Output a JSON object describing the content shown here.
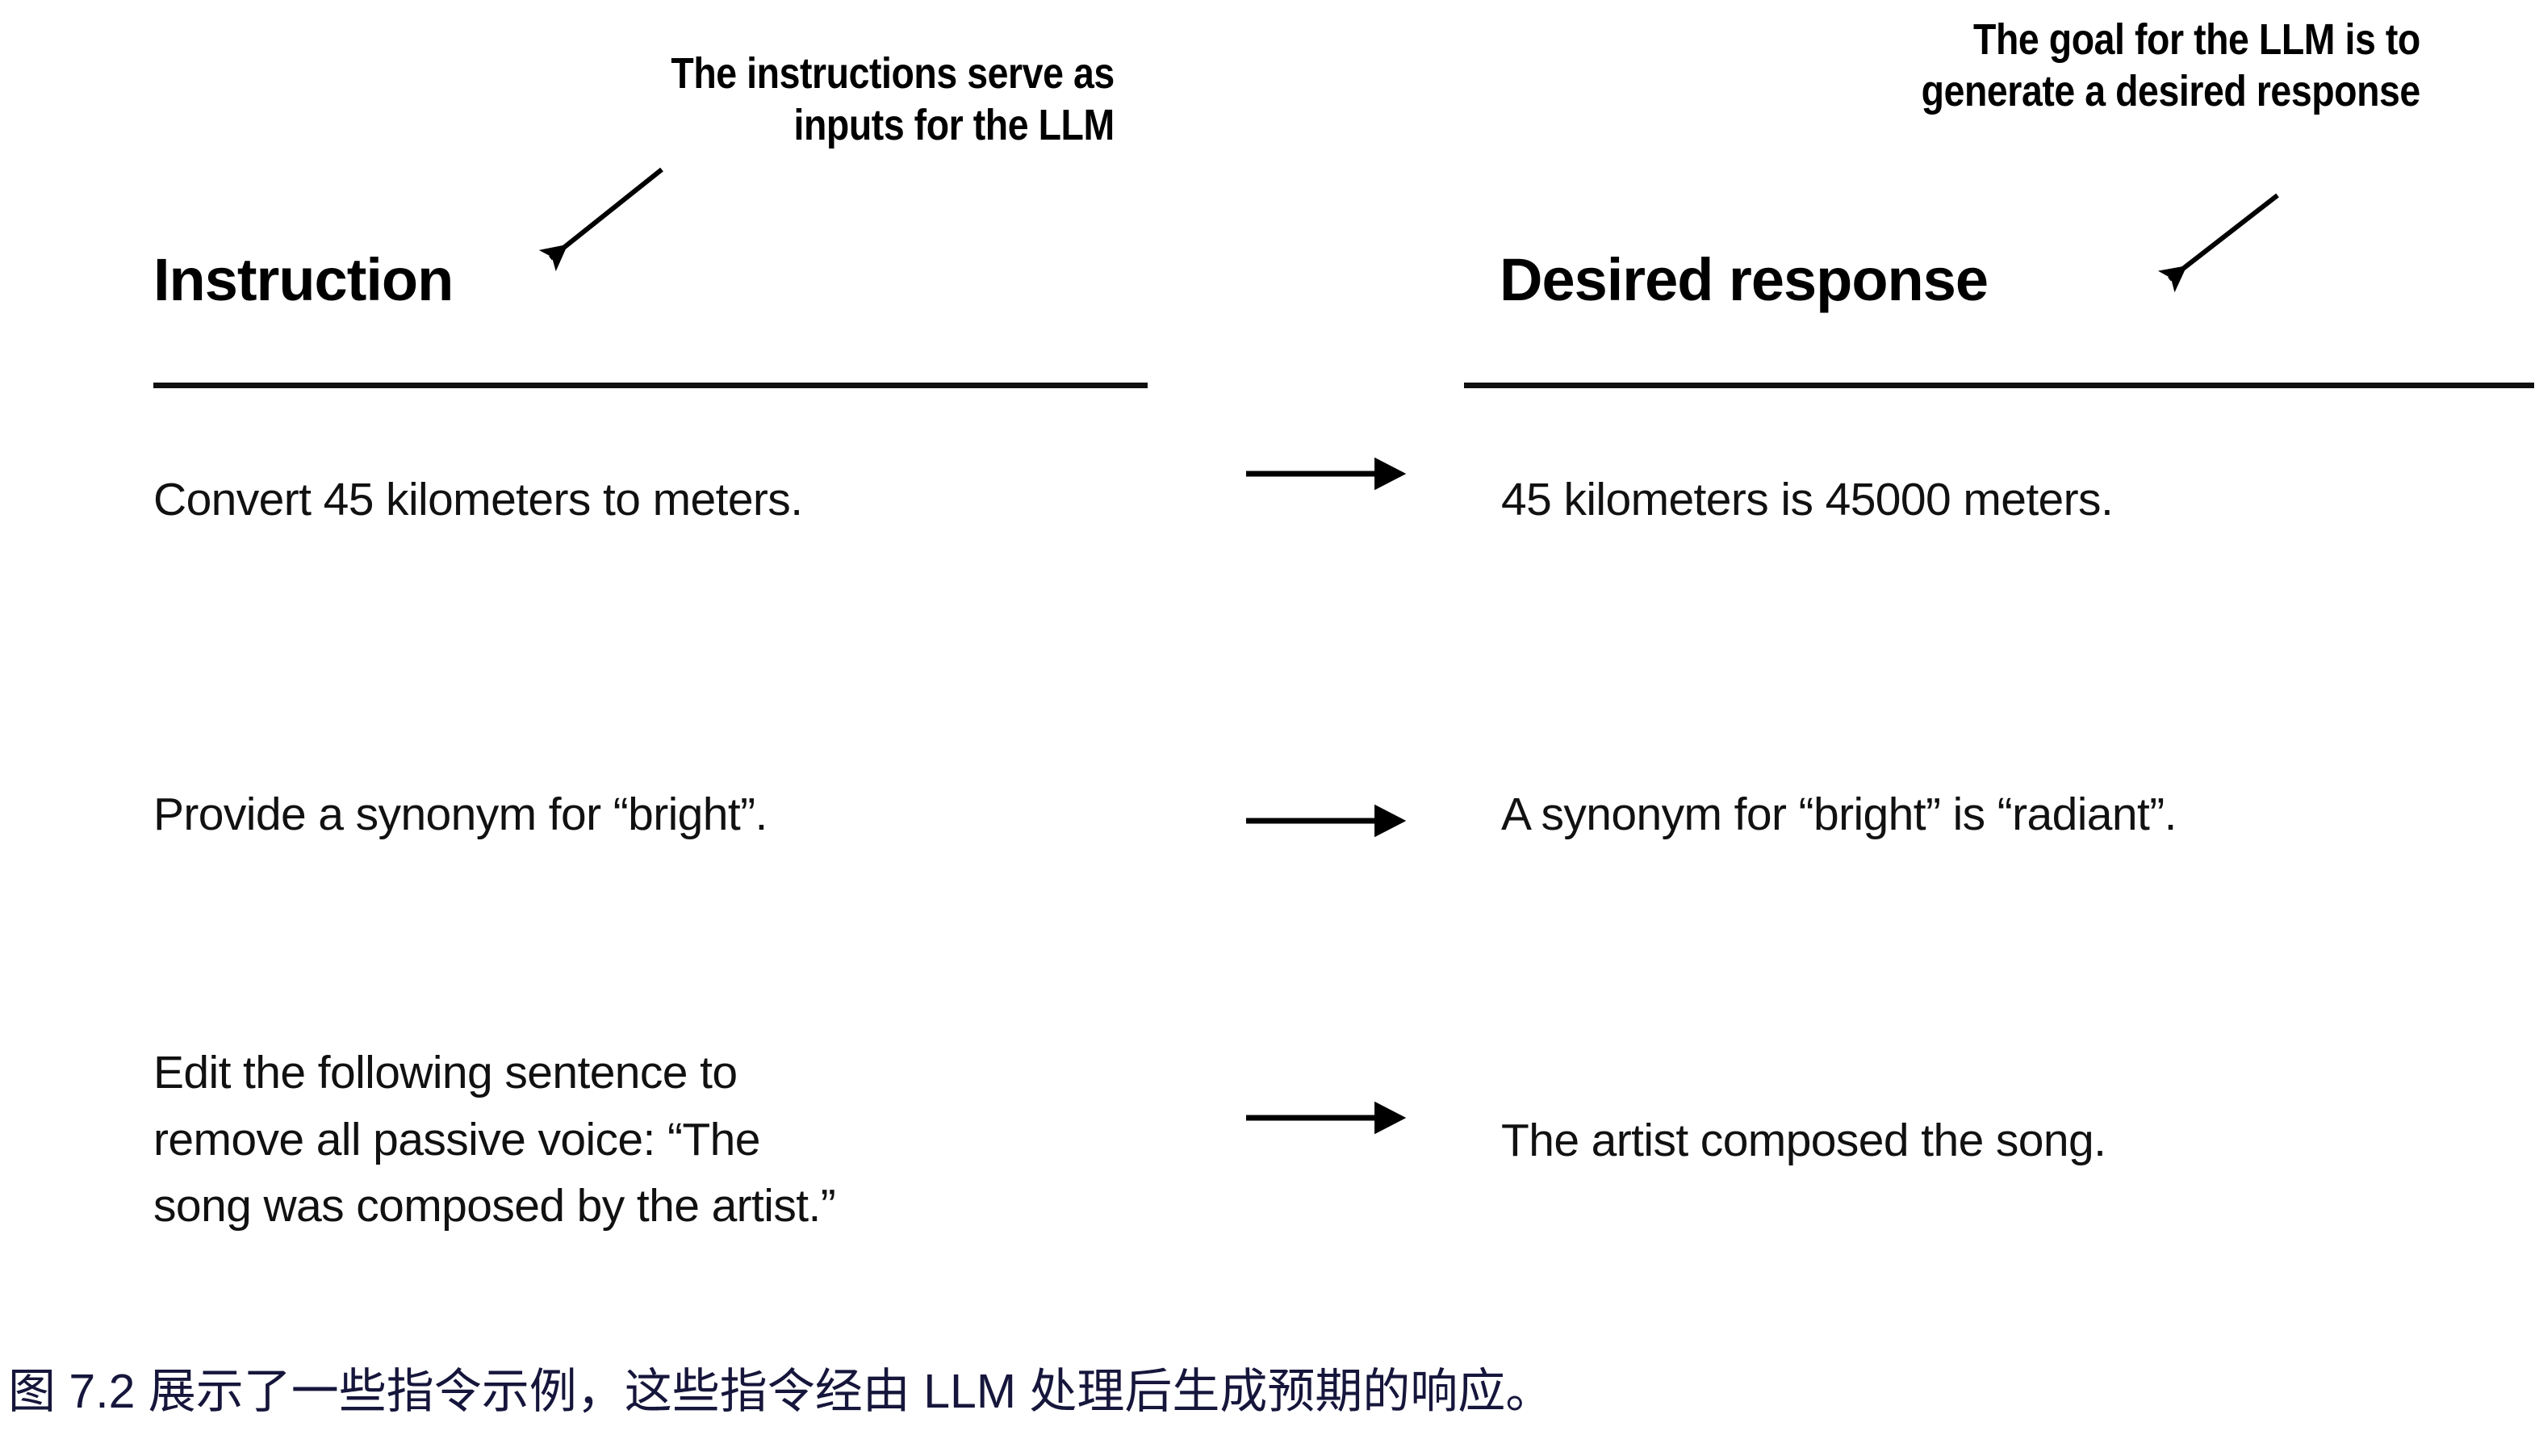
{
  "figure": {
    "background_color": "#ffffff",
    "text_color": "#000000",
    "caption_color": "#16163c"
  },
  "callouts": {
    "left": {
      "line1": "The instructions serve as",
      "line2": "inputs for the LLM"
    },
    "right": {
      "line1": "The goal for the LLM is to",
      "line2": "generate a desired response"
    }
  },
  "columns": {
    "left_header": "Instruction",
    "right_header": "Desired response"
  },
  "rows": [
    {
      "instruction": "Convert 45 kilometers to meters.",
      "response": "45 kilometers is 45000 meters."
    },
    {
      "instruction": "Provide a synonym for “bright”.",
      "response": "A synonym for “bright” is “radiant”."
    },
    {
      "instruction": "Edit the following sentence to\nremove all passive voice: “The\nsong was composed by the artist.”",
      "response": "The artist composed the song."
    }
  ],
  "caption": "图 7.2 展示了一些指令示例，这些指令经由 LLM 处理后生成预期的响应。"
}
